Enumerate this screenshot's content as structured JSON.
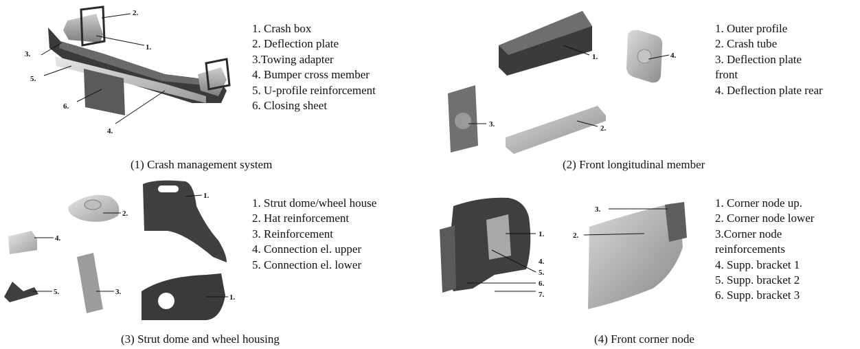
{
  "panels": [
    {
      "caption": "(1) Crash management system",
      "legend": [
        "1. Crash box",
        "2. Deflection plate",
        "3.Towing adapter",
        "4. Bumper cross member",
        "5. U-profile reinforcement",
        "6. Closing sheet"
      ],
      "callouts": [
        "2.",
        "1.",
        "3.",
        "5.",
        "6.",
        "4."
      ]
    },
    {
      "caption": "(2) Front longitudinal member",
      "legend": [
        "1. Outer profile",
        "2. Crash tube",
        "3. Deflection plate",
        "front",
        "4. Deflection plate rear"
      ],
      "callouts": [
        "1.",
        "4.",
        "3.",
        "2."
      ]
    },
    {
      "caption": "(3) Strut dome and wheel housing",
      "legend": [
        "1. Strut dome/wheel house",
        "2. Hat reinforcement",
        "3. Reinforcement",
        "4. Connection el. upper",
        "5. Connection el. lower"
      ],
      "callouts": [
        "1.",
        "2.",
        "4.",
        "3.",
        "5.",
        "1."
      ]
    },
    {
      "caption": "(4) Front corner node",
      "legend": [
        "1. Corner node up.",
        "2. Corner node lower",
        "3.Corner node",
        "reinforcements",
        "4. Supp. bracket 1",
        "5. Supp. bracket 2",
        "6. Supp. bracket 3"
      ],
      "callouts": [
        "3.",
        "2.",
        "1.",
        "4.",
        "5.",
        "6.",
        "7."
      ]
    }
  ]
}
